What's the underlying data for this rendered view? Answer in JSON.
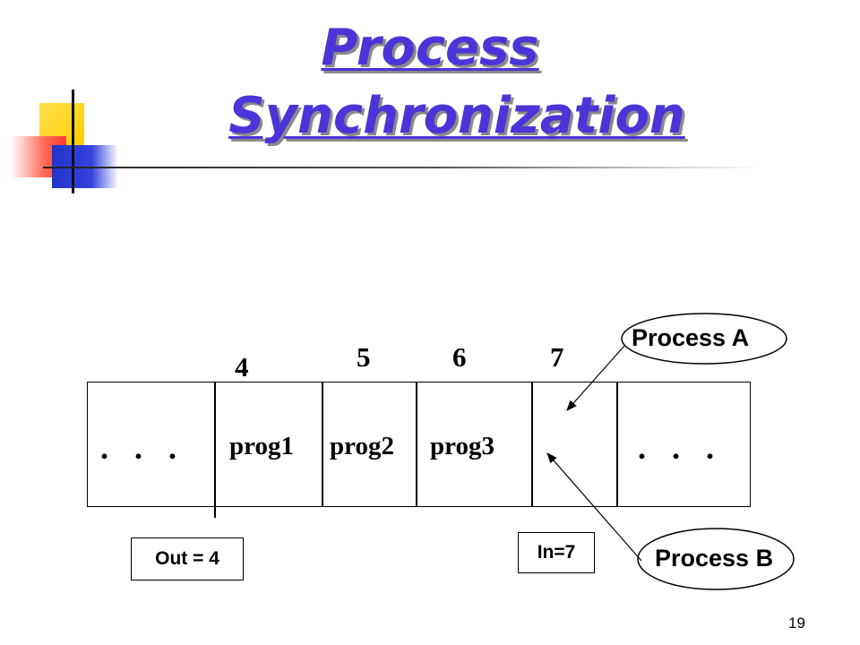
{
  "slide": {
    "title_line1": "Process ",
    "title_line2": "Synchronization",
    "page_number": "19"
  },
  "buffer": {
    "slot_indices": [
      "4",
      "5",
      "6",
      "7"
    ],
    "programs": [
      "prog1",
      "prog2",
      "prog3"
    ],
    "ellipsis_left": ". . .",
    "ellipsis_right": ". . ."
  },
  "pointers": {
    "out_label": "Out = 4",
    "in_label": "In=7"
  },
  "processes": {
    "a_label": "Process  A",
    "b_label": "Process  B"
  },
  "colors": {
    "title": "#4b34d8",
    "title_shadow": "#8a8a8a",
    "logo_yellow": "#ffcc00",
    "logo_red": "#ff3b2f",
    "logo_blue": "#2233cc"
  }
}
